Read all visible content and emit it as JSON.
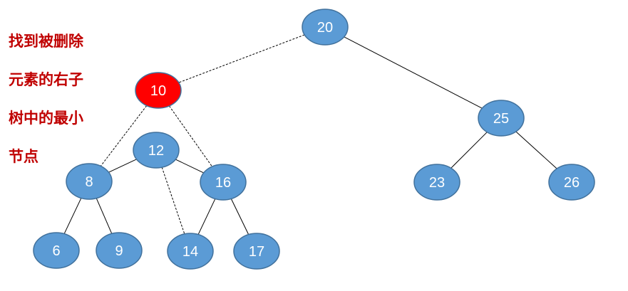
{
  "annotation": {
    "lines": [
      "找到被删除",
      "元素的右子",
      "树中的最小",
      "节点"
    ]
  },
  "colors": {
    "node_fill": "#5b9bd5",
    "node_stroke": "#41719c",
    "highlight_fill": "#ff0000",
    "highlight_stroke": "#41719c",
    "node_text": "#ffffff",
    "annotation_text": "#c00000",
    "edge": "#000000"
  },
  "nodes": [
    {
      "id": "n20",
      "label": "20",
      "highlight": false
    },
    {
      "id": "n10",
      "label": "10",
      "highlight": true
    },
    {
      "id": "n25",
      "label": "25",
      "highlight": false
    },
    {
      "id": "n12",
      "label": "12",
      "highlight": false
    },
    {
      "id": "n8",
      "label": "8",
      "highlight": false
    },
    {
      "id": "n16",
      "label": "16",
      "highlight": false
    },
    {
      "id": "n23",
      "label": "23",
      "highlight": false
    },
    {
      "id": "n26",
      "label": "26",
      "highlight": false
    },
    {
      "id": "n6",
      "label": "6",
      "highlight": false
    },
    {
      "id": "n9",
      "label": "9",
      "highlight": false
    },
    {
      "id": "n14",
      "label": "14",
      "highlight": false
    },
    {
      "id": "n17",
      "label": "17",
      "highlight": false
    }
  ],
  "edges": [
    {
      "from": "n20",
      "to": "n10",
      "style": "dashed"
    },
    {
      "from": "n20",
      "to": "n25",
      "style": "solid"
    },
    {
      "from": "n10",
      "to": "n8",
      "style": "dashed"
    },
    {
      "from": "n10",
      "to": "n16",
      "style": "dashed"
    },
    {
      "from": "n12",
      "to": "n8",
      "style": "solid"
    },
    {
      "from": "n12",
      "to": "n16",
      "style": "solid"
    },
    {
      "from": "n12",
      "to": "n14",
      "style": "dashed"
    },
    {
      "from": "n8",
      "to": "n6",
      "style": "solid"
    },
    {
      "from": "n8",
      "to": "n9",
      "style": "solid"
    },
    {
      "from": "n16",
      "to": "n14",
      "style": "solid"
    },
    {
      "from": "n16",
      "to": "n17",
      "style": "solid"
    },
    {
      "from": "n25",
      "to": "n23",
      "style": "solid"
    },
    {
      "from": "n25",
      "to": "n26",
      "style": "solid"
    }
  ]
}
